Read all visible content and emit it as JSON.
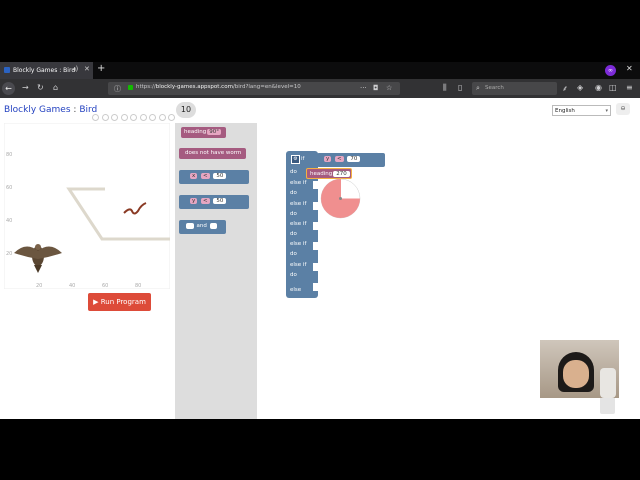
{
  "browser": {
    "tab_title": "Blockly Games : Bird",
    "url_prefix": "https://",
    "url_domain": "blockly-games.appspot.com",
    "url_path": "/bird?lang=en&level=10",
    "search_placeholder": "Search"
  },
  "header": {
    "app_name": "Blockly Games",
    "separator": ":",
    "game_name": "Bird",
    "level": "10",
    "language": "English"
  },
  "visualization": {
    "y_ticks": [
      "80",
      "60",
      "40",
      "20"
    ],
    "x_ticks": [
      "20",
      "40",
      "60",
      "80"
    ]
  },
  "run_button": "Run Program",
  "toolbox": {
    "heading_label": "heading",
    "heading_value": "90°",
    "worm_label": "does not have worm",
    "x_label": "x",
    "y_label": "y",
    "compare_op": "<",
    "compare_value": "50",
    "and_label": "and"
  },
  "workspace": {
    "if_label": "if",
    "do_label": "do",
    "elseif_label": "else if",
    "else_label": "else",
    "cond_var": "y",
    "cond_op": "<",
    "cond_value": "70",
    "heading_label": "heading",
    "heading_value": "270"
  },
  "colors": {
    "logic_block": "#5b80a5",
    "heading_block": "#a55b80",
    "run_button": "#dd4b39",
    "toolbox_bg": "#dddddd"
  }
}
